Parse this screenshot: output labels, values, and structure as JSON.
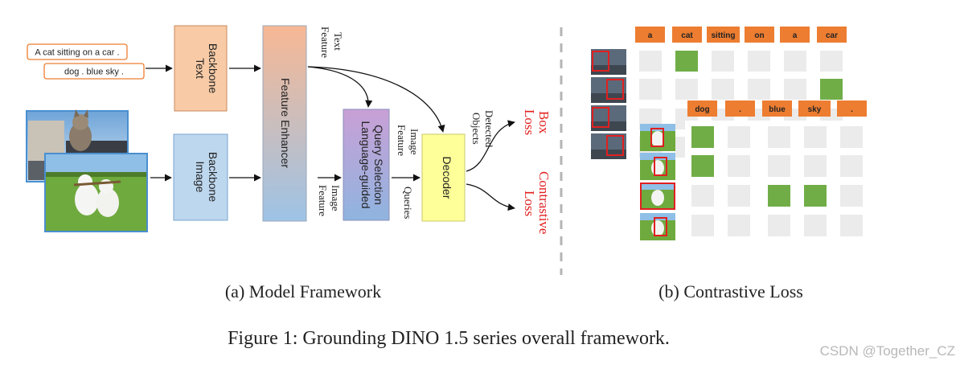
{
  "text_prompts": [
    "A cat sitting on a car .",
    "dog . blue sky ."
  ],
  "blocks": {
    "text_backbone": [
      "Text",
      "Backbone"
    ],
    "image_backbone": [
      "Image",
      "Backbone"
    ],
    "feature_enhancer": "Feature Enhancer",
    "query_selection": [
      "Language-guided",
      "Query Selection"
    ],
    "decoder": "Decoder"
  },
  "edge_labels": {
    "text_feature": [
      "Text",
      "Feature"
    ],
    "image_feature_bottom": [
      "Image",
      "Feature"
    ],
    "image_feature_top": [
      "Image",
      "Feature"
    ],
    "queries": "Queries",
    "detected_objects": [
      "Detected",
      "Objects"
    ],
    "box_loss": [
      "Box",
      "Loss"
    ],
    "contrastive_loss": [
      "Contrastive",
      "Loss"
    ]
  },
  "tokens": {
    "row1": [
      "a",
      "cat",
      "sitting",
      "on",
      "a",
      "car"
    ],
    "row2": [
      "dog",
      ".",
      "blue",
      "sky",
      "."
    ]
  },
  "captions": {
    "model_framework": "(a) Model Framework",
    "contrastive_loss": "(b) Contrastive Loss",
    "figure": "Figure 1: Grounding DINO 1.5 series overall framework."
  },
  "watermark": "CSDN @Together_CZ",
  "colors": {
    "orange_block": "#f8cba6",
    "blue_block": "#bdd7ee",
    "decoder_yellow": "#ffff99",
    "token_orange": "#ed7d31",
    "match_green": "#70ad47",
    "grid_gray": "#ebebeb",
    "loss_red": "#e0201f"
  }
}
